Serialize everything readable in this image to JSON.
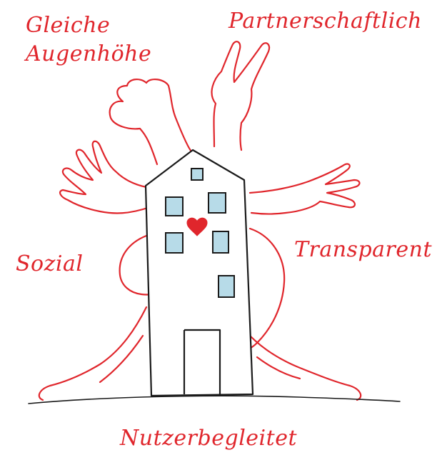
{
  "labels": {
    "top_left_line1": "Gleiche",
    "top_left_line2": "Augenhöhe",
    "top_right": "Partnerschaftlich",
    "left": "Sozial",
    "right": "Transparent",
    "bottom": "Nutzerbegleitet"
  },
  "colors": {
    "accent": "#e0262c",
    "ink": "#1a1a1a",
    "window_fill": "#b7dbe8",
    "background": "#ffffff"
  },
  "icons": [
    "heart-icon",
    "thumbs-up-hand",
    "victory-hand",
    "open-hand-left",
    "open-hand-right",
    "hugging-arms",
    "house-building"
  ]
}
